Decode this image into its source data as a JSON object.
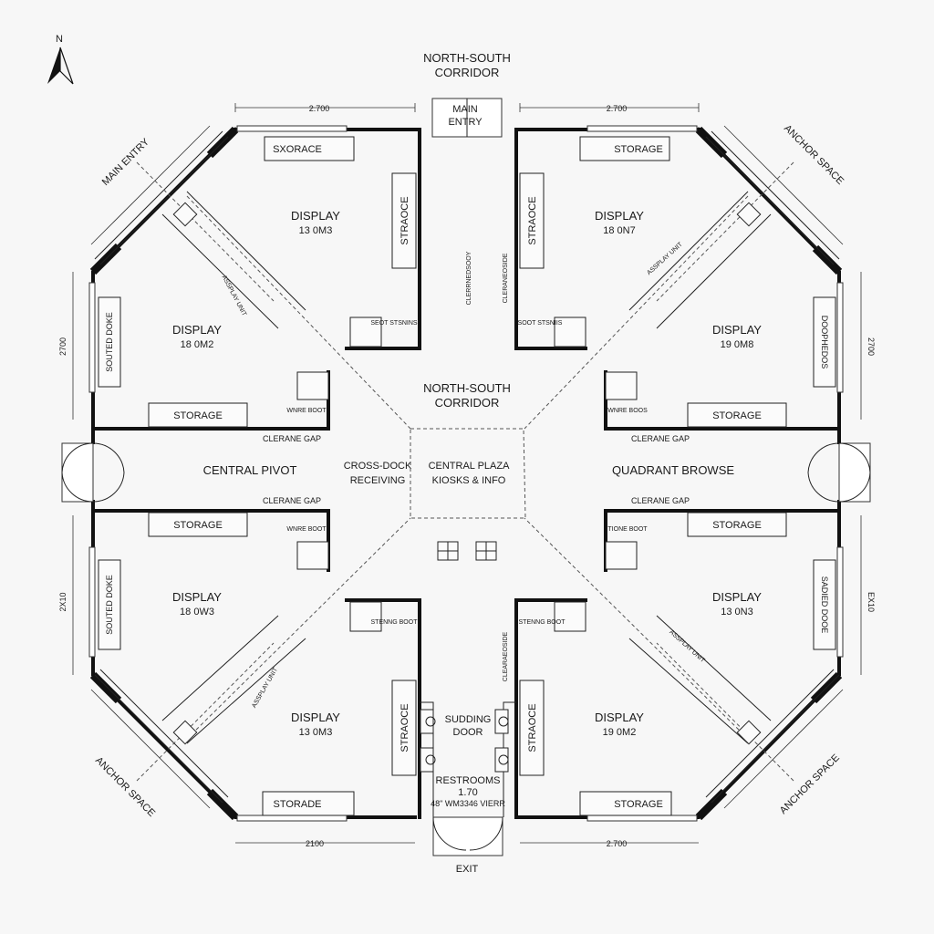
{
  "compass": {
    "label": "N"
  },
  "corridor_top": {
    "line1": "NORTH-SOUTH",
    "line2": "CORRIDOR"
  },
  "corridor_mid": {
    "line1": "NORTH-SOUTH",
    "line2": "CORRIDOR"
  },
  "main_entry_top": {
    "line1": "MAIN",
    "line2": "ENTRY"
  },
  "main_entry_diag": "MAIN ENTRY",
  "anchor_ne": "ANCHOR SPACE",
  "anchor_sw": "ANCHOR SPACE",
  "anchor_se": "ANCHOR SPACE",
  "dimensions": {
    "top_left": "2.700",
    "top_right": "2.700",
    "left_upper": "2700",
    "left_lower": "2X10",
    "right_upper": "2700",
    "right_lower": "EX10",
    "bottom_left": "2100",
    "bottom_right": "2.700"
  },
  "rooms": {
    "nw_upper": {
      "title": "DISPLAY",
      "area": "13 0M3"
    },
    "nw_lower": {
      "title": "DISPLAY",
      "area": "18 0M2"
    },
    "ne_upper": {
      "title": "DISPLAY",
      "area": "18 0N7"
    },
    "ne_lower": {
      "title": "DISPLAY",
      "area": "19 0M8"
    },
    "sw_upper": {
      "title": "DISPLAY",
      "area": "18 0W3"
    },
    "sw_lower": {
      "title": "DISPLAY",
      "area": "13 0M3"
    },
    "se_upper": {
      "title": "DISPLAY",
      "area": "13 0N3"
    },
    "se_lower": {
      "title": "DISPLAY",
      "area": "19 0M2"
    }
  },
  "storage": {
    "nw_top": "SXORACE",
    "nw_side_v": "STRAOCE",
    "nw_left_v": "SOUTED DOKE",
    "nw_bottom": "STORAGE",
    "ne_top": "STORAGE",
    "ne_side_v": "STRAOCE",
    "ne_right_v": "DOOPHEDOS",
    "ne_bottom": "STORAGE",
    "sw_top": "STORAGE",
    "sw_left_v": "SOUTED DOKE",
    "sw_side_v": "STRAOCE",
    "sw_bottom": "STORADE",
    "se_top": "STORAGE",
    "se_right_v": "SADIED DOOE",
    "se_side_v": "STRAOCE",
    "se_bottom": "STORAGE"
  },
  "small_labels": {
    "nw_box": "SEOT STSNINS",
    "ne_box": "SOOT STSNIIS",
    "nw_lower_box": "WNRE BOOT",
    "ne_lower_box": "WNRE BOOS",
    "sw_box": "WNRE BOOT",
    "se_box": "TIONE BOOT",
    "sw_lower_box": "STENNG BOOT",
    "se_lower_box": "STENNG BOOT",
    "corr_left_v": "CLERRNEDSOOY",
    "corr_right_v": "CLERANEOSIDE",
    "corr_lower_v": "CLEARAEOSIDE"
  },
  "gaps": {
    "nw": "CLERANE GAP",
    "ne": "CLERANE GAP",
    "sw": "CLERANE GAP",
    "se": "CLERANE GAP"
  },
  "display_units": {
    "nw": "ASSPLAY UNIT",
    "ne": "ASSPLAY UNIT",
    "sw": "ASSPLAY UNIT",
    "se": "ASSPLAY UNIT"
  },
  "central_pivot": "CENTRAL PIVOT",
  "quadrant_browse": "QUADRANT BROWSE",
  "cross_dock": {
    "line1": "CROSS-DOCK",
    "line2": "RECEIVING"
  },
  "central_plaza": {
    "line1": "CENTRAL PLAZA",
    "line2": "KIOSKS & INFO"
  },
  "sliding_door": {
    "line1": "SUDDING",
    "line2": "DOOR"
  },
  "restrooms": {
    "line1": "RESTROOMS",
    "line2": "1.70",
    "line3": "48\" WM3346 VIERR"
  },
  "exit_bottom": "EXIT"
}
